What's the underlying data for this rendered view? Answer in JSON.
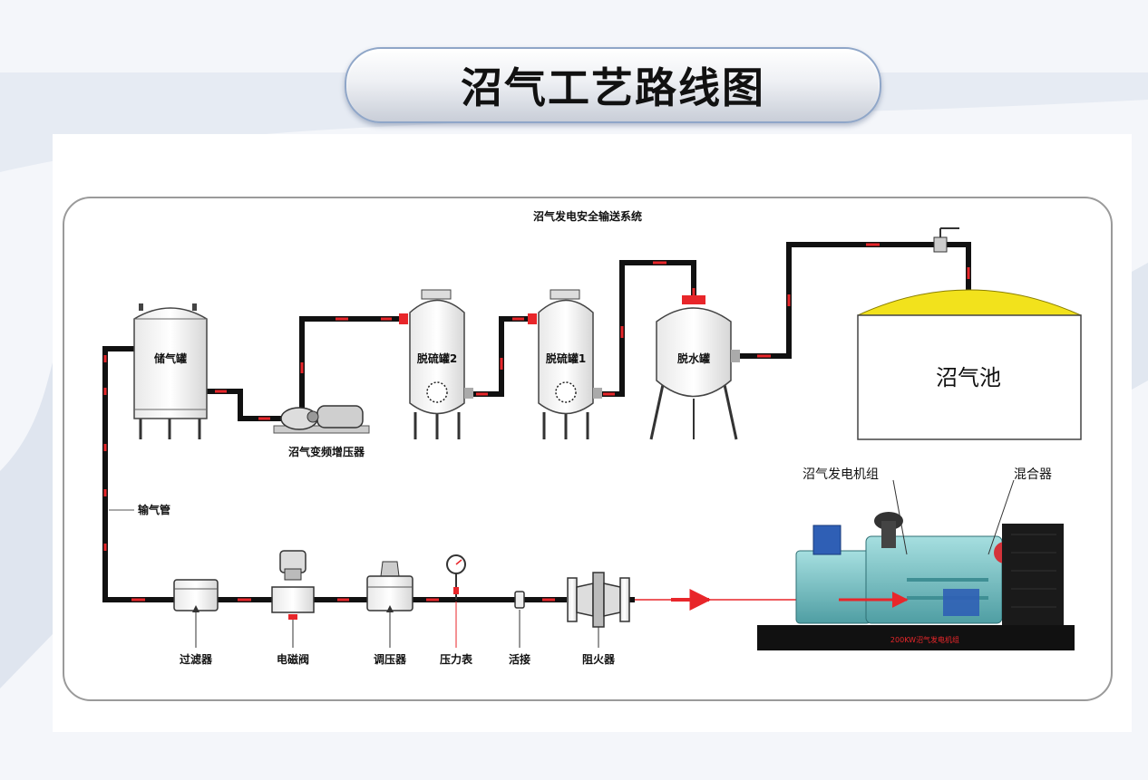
{
  "title": "沼气工艺路线图",
  "diagram": {
    "system_title": "沼气发电安全输送系统",
    "labels": {
      "storage_tank": "储气罐",
      "booster": "沼气变频增压器",
      "desulfur2": "脱硫罐2",
      "desulfur1": "脱硫罐1",
      "dewater": "脱水罐",
      "digester": "沼气池",
      "gas_pipe": "输气管",
      "generator": "沼气发电机组",
      "mixer": "混合器",
      "filter": "过滤器",
      "solenoid": "电磁阀",
      "regulator": "调压器",
      "gauge": "压力表",
      "union": "活接",
      "arrestor": "阻火器",
      "genset_plate": "200KW沼气发电机组"
    },
    "colors": {
      "pipe": "#111111",
      "pipe_mark": "#e8262a",
      "dome": "#f2e21c",
      "tank_fill": "#f7f7f7",
      "genset": "#7fc6c9",
      "frame": "#999999"
    }
  }
}
